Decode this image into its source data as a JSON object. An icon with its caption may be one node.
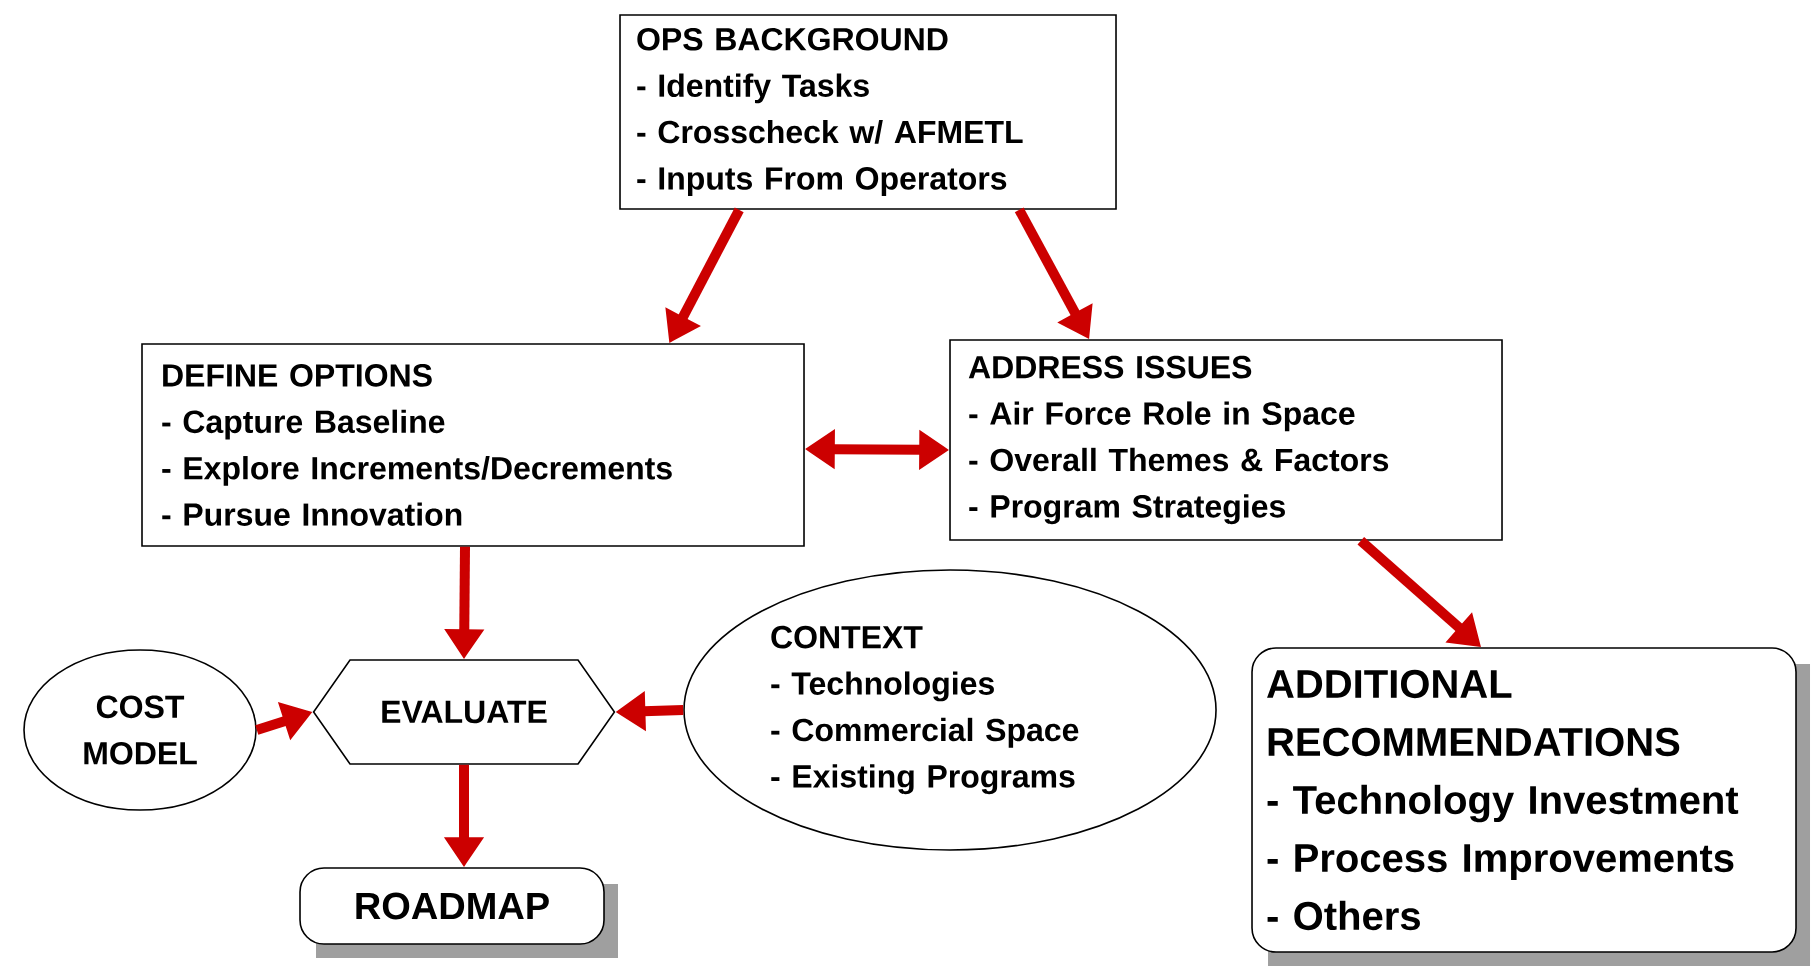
{
  "diagram": {
    "nodes": [
      {
        "text": [
          "OPS BACKGROUND",
          "- Identify Tasks",
          "- Crosscheck w/ AFMETL",
          "- Inputs From Operators"
        ]
      },
      {
        "text": [
          "DEFINE OPTIONS",
          "- Capture Baseline",
          "- Explore Increments/Decrements",
          "- Pursue Innovation"
        ]
      },
      {
        "text": [
          "ADDRESS ISSUES",
          "- Air Force Role in Space",
          "- Overall Themes & Factors",
          "- Program Strategies"
        ]
      },
      {
        "text": [
          "COST MODEL"
        ]
      },
      {
        "text": [
          "EVALUATE"
        ]
      },
      {
        "text": [
          "CONTEXT",
          "- Technologies",
          "- Commercial Space",
          "- Existing Programs"
        ]
      },
      {
        "text": [
          "ROADMAP"
        ]
      },
      {
        "text": [
          "ADDITIONAL RECOMMENDATIONS",
          "- Technology Investment",
          "- Process Improvements",
          "- Others"
        ]
      }
    ],
    "edges": [
      {
        "from": 0,
        "to": 1,
        "arrow": "to"
      },
      {
        "from": 0,
        "to": 2,
        "arrow": "to"
      },
      {
        "from": 1,
        "to": 2,
        "arrow": "both"
      },
      {
        "from": 1,
        "to": 4,
        "arrow": "to"
      },
      {
        "from": 3,
        "to": 4,
        "arrow": "to"
      },
      {
        "from": 5,
        "to": 4,
        "arrow": "to"
      },
      {
        "from": 4,
        "to": 6,
        "arrow": "to"
      },
      {
        "from": 2,
        "to": 7,
        "arrow": "to"
      }
    ]
  }
}
